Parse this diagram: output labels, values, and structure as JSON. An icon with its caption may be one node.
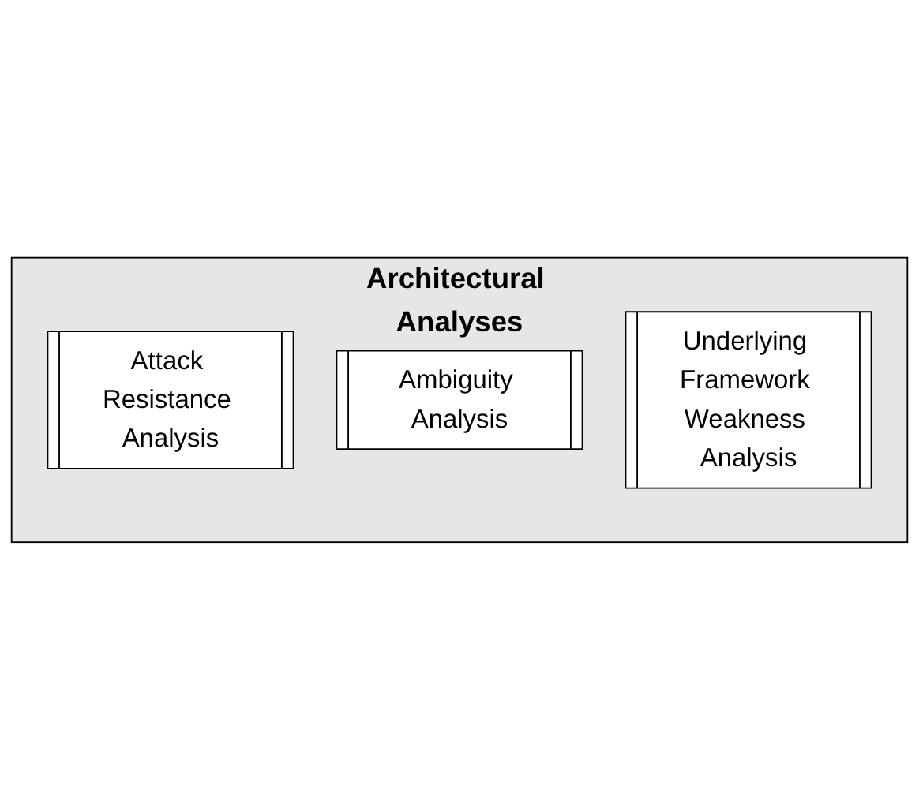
{
  "diagram": {
    "nodes": [
      {
        "text": [
          "Architectural Analyses"
        ]
      },
      {
        "text": [
          "Attack Resistance Analysis"
        ],
        "in": 0
      },
      {
        "text": [
          "Ambiguity Analysis"
        ],
        "in": 0
      },
      {
        "text": [
          "Underlying Framework Weakness Analysis"
        ],
        "in": 0
      }
    ]
  }
}
